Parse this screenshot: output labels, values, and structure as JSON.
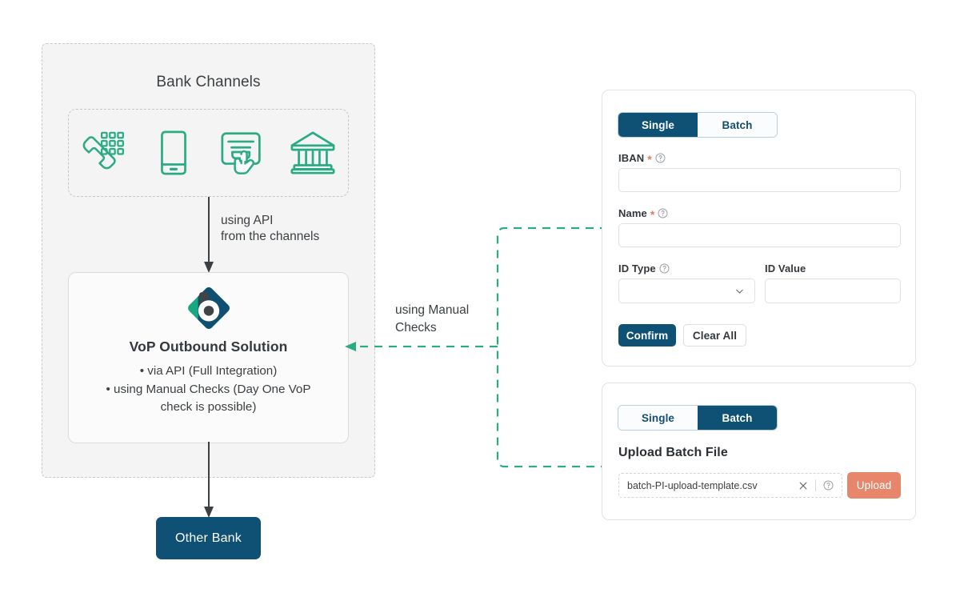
{
  "diagram": {
    "bank_channels": {
      "title": "Bank Channels",
      "icons": [
        {
          "name": "phone-keypad-icon",
          "label": "Phone Banking"
        },
        {
          "name": "mobile-phone-icon",
          "label": "Mobile Banking"
        },
        {
          "name": "atm-touchscreen-icon",
          "label": "ATM / Self-service"
        },
        {
          "name": "bank-building-icon",
          "label": "Branch"
        }
      ]
    },
    "api_flow_label": "using API\nfrom the channels",
    "manual_flow_label": "using Manual\nChecks",
    "vop": {
      "logo_name": "vop-brand-logo",
      "title": "VoP Outbound Solution",
      "bullets": [
        "• via API (Full Integration)",
        "• using Manual Checks (Day One VoP",
        "check is possible)"
      ]
    },
    "other_bank_label": "Other Bank"
  },
  "single_card": {
    "tabs": [
      {
        "label": "Single",
        "active": true
      },
      {
        "label": "Batch",
        "active": false
      }
    ],
    "fields": {
      "iban": {
        "label": "IBAN",
        "required_mark": "*",
        "value": "",
        "placeholder": ""
      },
      "name": {
        "label": "Name",
        "required_mark": "*",
        "value": "",
        "placeholder": ""
      },
      "id_type": {
        "label": "ID Type",
        "value": "",
        "placeholder": ""
      },
      "id_value": {
        "label": "ID Value",
        "value": "",
        "placeholder": ""
      }
    },
    "buttons": {
      "confirm": "Confirm",
      "clear_all": "Clear All"
    }
  },
  "batch_card": {
    "tabs": [
      {
        "label": "Single",
        "active": false
      },
      {
        "label": "Batch",
        "active": true
      }
    ],
    "section_title": "Upload Batch File",
    "file_name": "batch-PI-upload-template.csv",
    "upload_button": "Upload"
  },
  "colors": {
    "brand_navy": "#0e5175",
    "brand_teal": "#2aab84",
    "accent_salmon": "#e8866b",
    "panel_bg": "#f4f4f4",
    "card_border": "#e3e3e3",
    "text": "#3c4043"
  }
}
